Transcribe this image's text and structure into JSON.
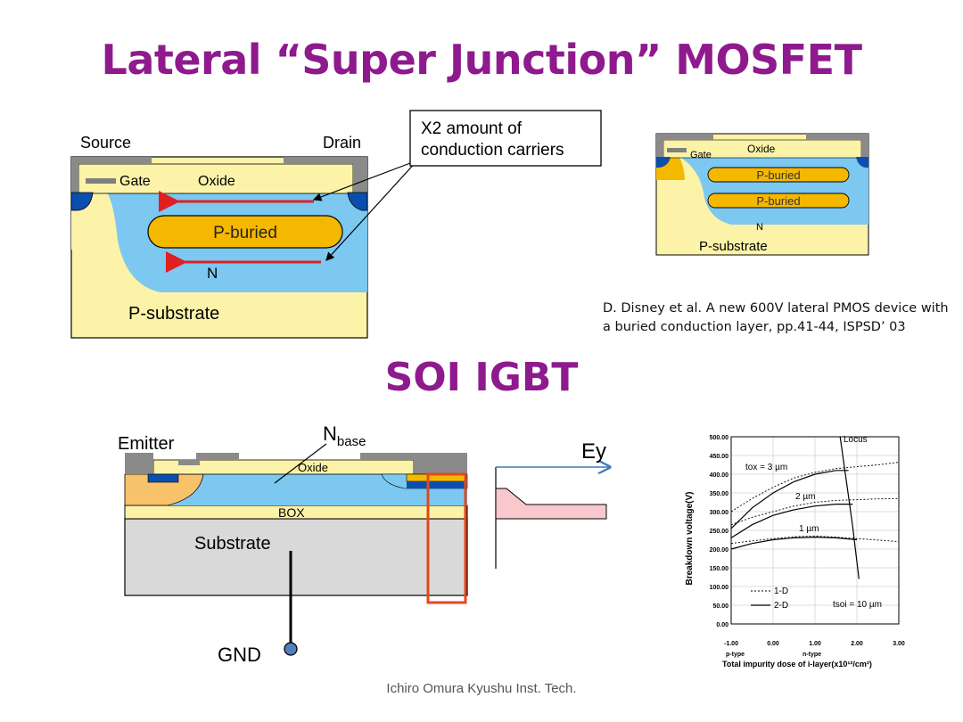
{
  "slide": {
    "title": "Lateral “Super Junction” MOSFET",
    "subtitle": "SOI IGBT",
    "footer": "Ichiro Omura Kyushu Inst. Tech."
  },
  "mosfet_large": {
    "source": "Source",
    "drain": "Drain",
    "gate": "Gate",
    "oxide": "Oxide",
    "p_buried": "P-buried",
    "n": "N",
    "p_substrate": "P-substrate",
    "callout_line1": "X2 amount of",
    "callout_line2": "conduction carriers"
  },
  "mosfet_small": {
    "gate": "Gate",
    "oxide": "Oxide",
    "p_buried_1": "P-buried",
    "p_buried_2": "P-buried",
    "n": "N",
    "p_substrate": "P-substrate"
  },
  "reference": {
    "line1": "D. Disney et al. A new 600V lateral PMOS device with",
    "line2": "a buried conduction layer, pp.41-44, ISPSD’ 03"
  },
  "igbt": {
    "emitter": "Emitter",
    "nbase_main": "N",
    "nbase_sub": "base",
    "oxide": "Oxide",
    "box": "BOX",
    "substrate": "Substrate",
    "gnd": "GND",
    "ey": "Ey"
  },
  "chart_data": {
    "type": "line",
    "ylabel": "Breakdown voltage(V)",
    "xlabel": "Total impurity dose of i-layer(x10¹²/cm²)",
    "x_ticks": [
      "-1.00",
      "0.00",
      "1.00",
      "2.00",
      "3.00"
    ],
    "y_ticks": [
      "0.00",
      "50.00",
      "100.00",
      "150.00",
      "200.00",
      "250.00",
      "300.00",
      "350.00",
      "400.00",
      "450.00",
      "500.00"
    ],
    "xlim": [
      -1,
      3
    ],
    "ylim": [
      0,
      500
    ],
    "x_sublabels": [
      "p-type",
      "n-type"
    ],
    "annotations": {
      "locus": "Locus",
      "tox": "tox = 3 µm",
      "two_um": "2 µm",
      "one_um": "1 µm",
      "tsoi": "tsoi = 10 µm"
    },
    "legend": [
      {
        "name": "1-D",
        "style": "dotted"
      },
      {
        "name": "2-D",
        "style": "solid"
      }
    ],
    "series": [
      {
        "label": "3 µm",
        "style": "solid",
        "x": [
          -1.0,
          -0.5,
          0.0,
          0.5,
          1.0,
          1.5,
          1.8
        ],
        "y": [
          255,
          310,
          350,
          380,
          400,
          410,
          410
        ]
      },
      {
        "label": "3 µm",
        "style": "dotted",
        "x": [
          -1.0,
          -0.5,
          0.0,
          0.5,
          1.0,
          1.5,
          2.0,
          2.5,
          3.0
        ],
        "y": [
          300,
          335,
          365,
          390,
          405,
          415,
          420,
          425,
          432
        ]
      },
      {
        "label": "2 µm",
        "style": "solid",
        "x": [
          -1.0,
          -0.5,
          0.0,
          0.5,
          1.0,
          1.5,
          1.9
        ],
        "y": [
          230,
          265,
          290,
          305,
          315,
          320,
          320
        ]
      },
      {
        "label": "2 µm",
        "style": "dotted",
        "x": [
          -1.0,
          -0.5,
          0.0,
          0.5,
          1.0,
          1.5,
          2.0,
          2.5,
          3.0
        ],
        "y": [
          265,
          285,
          300,
          315,
          325,
          330,
          332,
          334,
          335
        ]
      },
      {
        "label": "1 µm",
        "style": "solid",
        "x": [
          -1.0,
          -0.5,
          0.0,
          0.5,
          1.0,
          1.5,
          2.0
        ],
        "y": [
          200,
          215,
          225,
          230,
          232,
          230,
          225
        ]
      },
      {
        "label": "1 µm",
        "style": "dotted",
        "x": [
          -1.0,
          -0.5,
          0.0,
          0.5,
          1.0,
          1.5,
          2.0,
          2.5,
          3.0
        ],
        "y": [
          215,
          222,
          228,
          233,
          235,
          232,
          228,
          224,
          220
        ]
      },
      {
        "label": "Locus",
        "style": "solid",
        "x": [
          1.6,
          1.75,
          1.9,
          2.05
        ],
        "y": [
          500,
          380,
          260,
          120
        ]
      }
    ]
  }
}
